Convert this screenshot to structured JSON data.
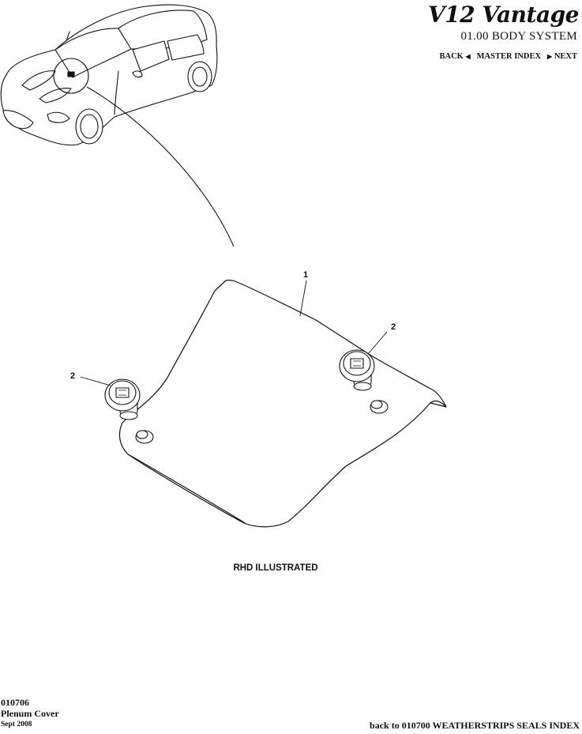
{
  "header": {
    "brand_text": "V12 Vantage",
    "system_title": "01.00 BODY SYSTEM",
    "nav": {
      "back_label": "BACK",
      "master_index_label": "MASTER INDEX",
      "next_label": "NEXT"
    }
  },
  "diagram": {
    "callouts": [
      "1",
      "2",
      "2"
    ],
    "caption": "RHD ILLUSTRATED"
  },
  "footer": {
    "code": "010706",
    "part_name": "Plenum Cover",
    "date": "Sept 2008",
    "back_link": "back to 010700 WEATHERSTRIPS SEALS INDEX"
  }
}
